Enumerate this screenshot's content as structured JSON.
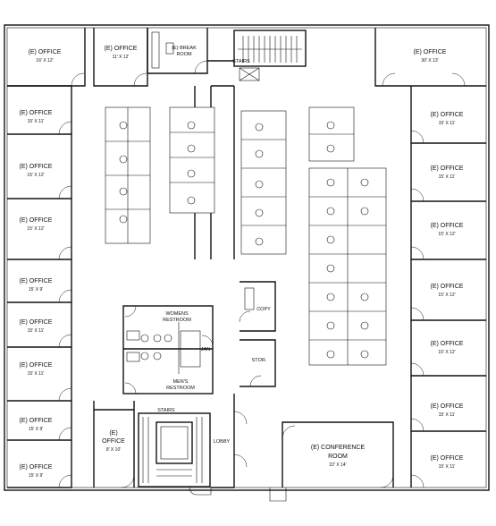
{
  "rooms": {
    "office_top_left_1": {
      "name": "(E) OFFICE",
      "dim": "16' X 12'"
    },
    "office_top_left_2": {
      "name": "(E) OFFICE",
      "dim": "11' X 12'"
    },
    "break_room": {
      "name": "(E) BREAK",
      "name2": "ROOM"
    },
    "stairs_top": {
      "name": "STAIRS"
    },
    "office_top_right": {
      "name": "(E) OFFICE",
      "dim": "30' X 13'"
    },
    "left_offices": [
      {
        "name": "(E) OFFICE",
        "dim": "15' X 11'"
      },
      {
        "name": "(E) OFFICE",
        "dim": "15' X 12'"
      },
      {
        "name": "(E) OFFICE",
        "dim": "15' X 12'"
      },
      {
        "name": "(E) OFFICE",
        "dim": "15' X 9'"
      },
      {
        "name": "(E) OFFICE",
        "dim": "15' X 11'"
      },
      {
        "name": "(E) OFFICE",
        "dim": "15' X 11'"
      },
      {
        "name": "(E) OFFICE",
        "dim": "15' X 9'"
      },
      {
        "name": "(E) OFFICE",
        "dim": "15' X 9'"
      }
    ],
    "right_offices": [
      {
        "name": "(E) OFFICE",
        "dim": "15' X 11'"
      },
      {
        "name": "(E) OFFICE",
        "dim": "15' X 11'"
      },
      {
        "name": "(E) OFFICE",
        "dim": "15' X 12'"
      },
      {
        "name": "(E) OFFICE",
        "dim": "15' X 12'"
      },
      {
        "name": "(E) OFFICE",
        "dim": "15' X 12'"
      },
      {
        "name": "(E) OFFICE",
        "dim": "15' X 11'"
      },
      {
        "name": "(E) OFFICE",
        "dim": "15' X 11'"
      }
    ],
    "womens_restroom": {
      "name": "WOMENS",
      "name2": "RESTROOM"
    },
    "mens_restroom": {
      "name": "MEN'S",
      "name2": "RESTROOM"
    },
    "jan": {
      "name": "JAN"
    },
    "copy": {
      "name": "COPY"
    },
    "stor": {
      "name": "STOR."
    },
    "stairs_bottom": {
      "name": "STAIRS"
    },
    "office_bottom": {
      "name": "(E)",
      "name2": "OFFICE",
      "dim": "8' X 10'"
    },
    "lobby": {
      "name": "LOBBY"
    },
    "conference": {
      "name": "(E) CONFERENCE",
      "name2": "ROOM",
      "dim": "22' X 14'"
    }
  }
}
